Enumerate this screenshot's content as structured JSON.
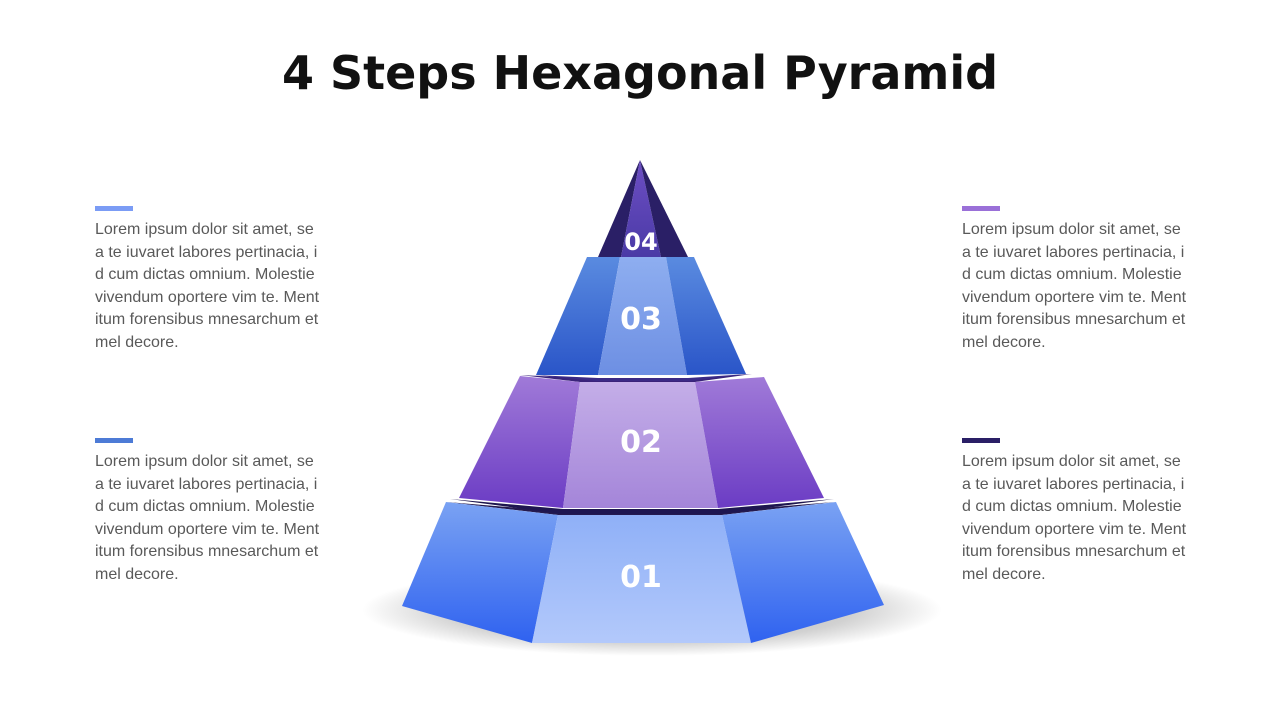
{
  "title": "4 Steps Hexagonal Pyramid",
  "colors": {
    "step_01": "#4d7bf5",
    "step_02": "#8a5ad6",
    "step_03": "#3f6fd6",
    "step_04": "#2a1f66"
  },
  "steps": [
    {
      "label": "01"
    },
    {
      "label": "02"
    },
    {
      "label": "03"
    },
    {
      "label": "04"
    }
  ],
  "text_blocks": {
    "top_left": {
      "accent": "#7b9cf5",
      "text": "Lorem ipsum dolor sit amet, sea te iuvaret labores pertinacia, id cum dictas omnium. Molestie vivendum oportere vim te. Mentitum forensibus mnesarchum et mel decore."
    },
    "bottom_left": {
      "accent": "#4d7bd6",
      "text": "Lorem ipsum dolor sit amet, sea te iuvaret labores pertinacia, id cum dictas omnium. Molestie vivendum oportere vim te. Mentitum forensibus mnesarchum et mel decore."
    },
    "top_right": {
      "accent": "#9a70d8",
      "text": "Lorem ipsum dolor sit amet, sea te iuvaret labores pertinacia, id cum dictas omnium. Molestie vivendum oportere vim te. Mentitum forensibus mnesarchum et mel decore."
    },
    "bottom_right": {
      "accent": "#2a1f66",
      "text": "Lorem ipsum dolor sit amet, sea te iuvaret labores pertinacia, id cum dictas omnium. Molestie vivendum oportere vim te. Mentitum forensibus mnesarchum et mel decore."
    }
  }
}
